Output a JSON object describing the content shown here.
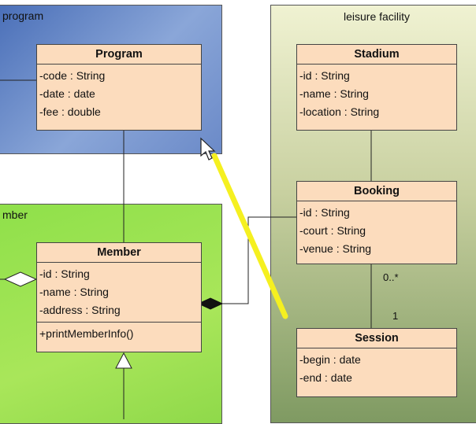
{
  "packages": {
    "program": {
      "title": "program",
      "color": "#6b8ac8"
    },
    "member": {
      "title": "mber",
      "color": "#a9e65a"
    },
    "leisure": {
      "title": "leisure facility",
      "color": "#c8d0a0"
    }
  },
  "classes": {
    "program": {
      "name": "Program",
      "attributes": [
        "-code : String",
        "-date : date",
        "-fee : double"
      ]
    },
    "member": {
      "name": "Member",
      "attributes": [
        "-id : String",
        "-name : String",
        "-address : String"
      ],
      "operations": [
        "+printMemberInfo()"
      ]
    },
    "stadium": {
      "name": "Stadium",
      "attributes": [
        "-id : String",
        "-name : String",
        "-location : String"
      ]
    },
    "booking": {
      "name": "Booking",
      "attributes": [
        "-id : String",
        "-court : String",
        "-venue : String"
      ]
    },
    "session": {
      "name": "Session",
      "attributes": [
        "-begin : date",
        "-end : date"
      ]
    }
  },
  "multiplicities": {
    "booking_side": "0..*",
    "session_side": "1"
  },
  "colors": {
    "class_fill": "#fcdcbd",
    "arrow": "#f5f020",
    "line": "#222222"
  },
  "cursor": {
    "icon": "mouse-pointer-icon"
  }
}
